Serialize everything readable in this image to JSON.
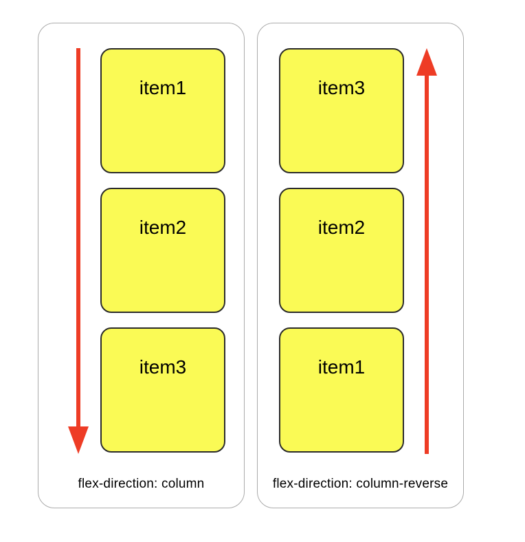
{
  "colors": {
    "background": "#ffffff",
    "panel_border": "#aaaaaa",
    "item_fill": "#FAFA55",
    "item_border": "#2a2a2a",
    "arrow": "#EE3C25",
    "text": "#000000"
  },
  "diagram": {
    "panels": [
      {
        "caption": "flex-direction: column",
        "arrow_direction": "down",
        "arrow_side": "left",
        "items": [
          "item1",
          "item2",
          "item3"
        ]
      },
      {
        "caption": "flex-direction: column-reverse",
        "arrow_direction": "up",
        "arrow_side": "right",
        "items": [
          "item3",
          "item2",
          "item1"
        ]
      }
    ]
  }
}
